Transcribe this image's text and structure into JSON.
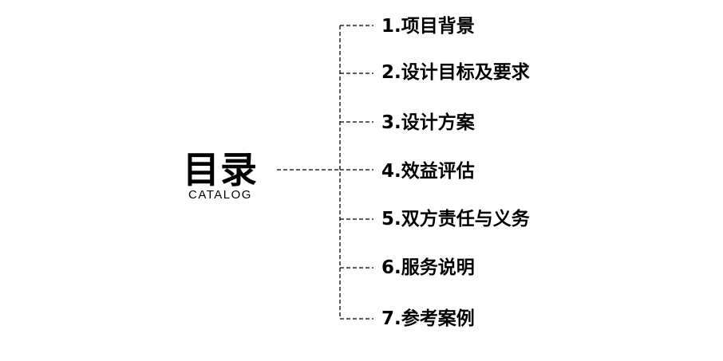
{
  "catalog": {
    "title": "目录",
    "subtitle": "CATALOG"
  },
  "toc": {
    "items": [
      {
        "label": "1.项目背景"
      },
      {
        "label": "2.设计目标及要求"
      },
      {
        "label": "3.设计方案"
      },
      {
        "label": "4.效益评估"
      },
      {
        "label": "5.双方责任与义务"
      },
      {
        "label": "6.服务说明"
      },
      {
        "label": "7.参考案例"
      }
    ]
  },
  "colors": {
    "text": "#000000",
    "background": "#ffffff",
    "connector": "#000000"
  }
}
